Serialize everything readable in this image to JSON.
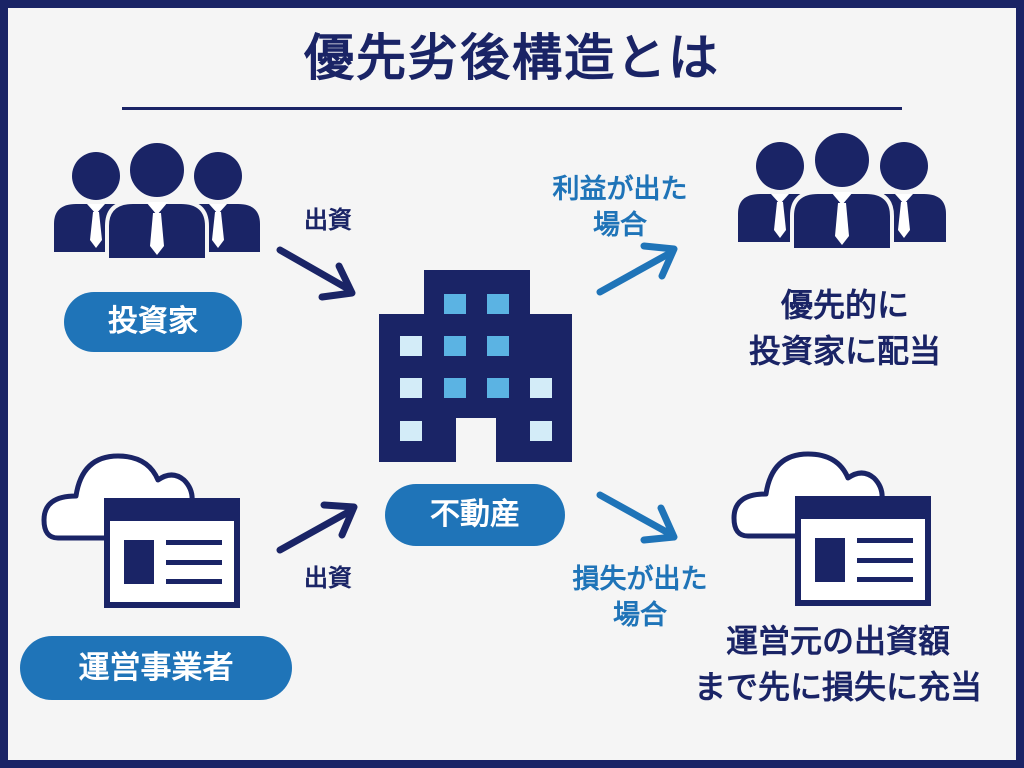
{
  "title": "優先劣後構造とは",
  "left": {
    "investors": {
      "label": "投資家",
      "flow_label": "出資",
      "icon": "investor-group-icon"
    },
    "operator": {
      "label": "運営事業者",
      "flow_label": "出資",
      "icon": "cloud-document-icon"
    }
  },
  "center": {
    "label": "不動産",
    "icon": "building-icon"
  },
  "right": {
    "profit": {
      "condition": [
        "利益が出た",
        "場合"
      ],
      "result": [
        "優先的に",
        "投資家に配当"
      ],
      "icon": "investor-group-icon"
    },
    "loss": {
      "condition": [
        "損失が出た",
        "場合"
      ],
      "result": [
        "運営元の出資額",
        "まで先に損失に充当"
      ],
      "icon": "cloud-document-icon"
    }
  },
  "colors": {
    "navy": "#1a2466",
    "blue": "#1f74b8",
    "window_light": "#d3ecf8",
    "window_mid": "#5bb3e3",
    "background": "#f5f5f5"
  }
}
